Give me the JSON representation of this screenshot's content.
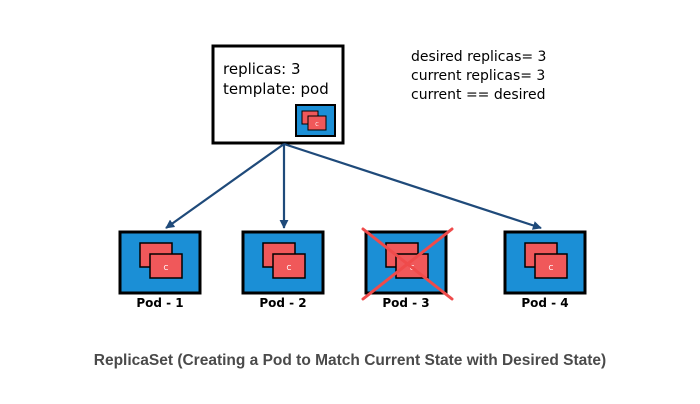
{
  "replicaset": {
    "spec_lines": [
      "replicas: 3",
      "template: pod"
    ],
    "template_container_letter": "C"
  },
  "status_lines": [
    "desired replicas= 3",
    "current replicas= 3",
    "current == desired"
  ],
  "pods": [
    {
      "label": "Pod - 1",
      "container_letter": "C",
      "deleted": false
    },
    {
      "label": "Pod - 2",
      "container_letter": "C",
      "deleted": false
    },
    {
      "label": "Pod - 3",
      "container_letter": "C",
      "deleted": true
    },
    {
      "label": "Pod - 4",
      "container_letter": "C",
      "deleted": false
    }
  ],
  "caption": "ReplicaSet (Creating a Pod to Match Current State with Desired State)",
  "colors": {
    "pod_fill": "#1b8fd6",
    "container_fill": "#f0585a",
    "border": "#000000",
    "arrow": "#1f4a7a",
    "cross": "#ef4b4b",
    "caption": "#4a4a4a"
  }
}
